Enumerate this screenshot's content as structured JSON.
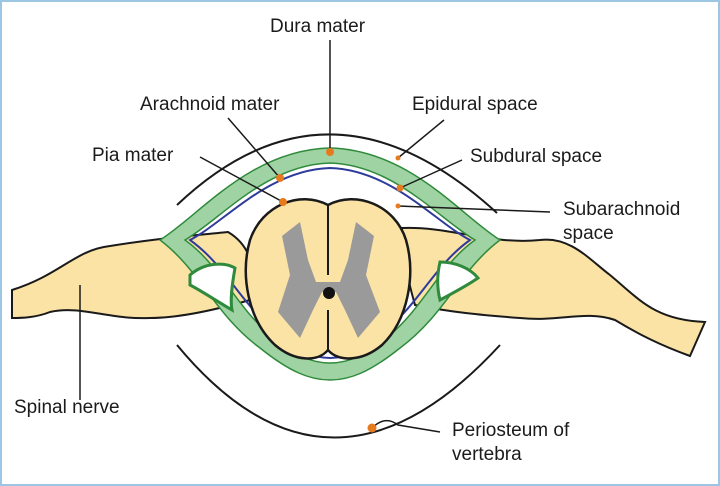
{
  "labels": {
    "dura_mater": "Dura mater",
    "arachnoid_mater": "Arachnoid mater",
    "epidural_space": "Epidural space",
    "pia_mater": "Pia mater",
    "subdural_space": "Subdural space",
    "subarachnoid_space_line1": "Subarachnoid",
    "subarachnoid_space_line2": "space",
    "spinal_nerve": "Spinal nerve",
    "periosteum_line1": "Periosteum of",
    "periosteum_line2": "vertebra"
  },
  "colors": {
    "frame": "#9cc6e4",
    "outline": "#1a1a1a",
    "dura_fill": "#9fd3a3",
    "dura_stroke": "#2f8a3b",
    "arachnoid": "#2f3b9a",
    "cord_fill": "#fbe3a6",
    "grey_matter": "#9a9a9a",
    "marker": "#e57a1e",
    "leader": "#1a1a1a"
  }
}
